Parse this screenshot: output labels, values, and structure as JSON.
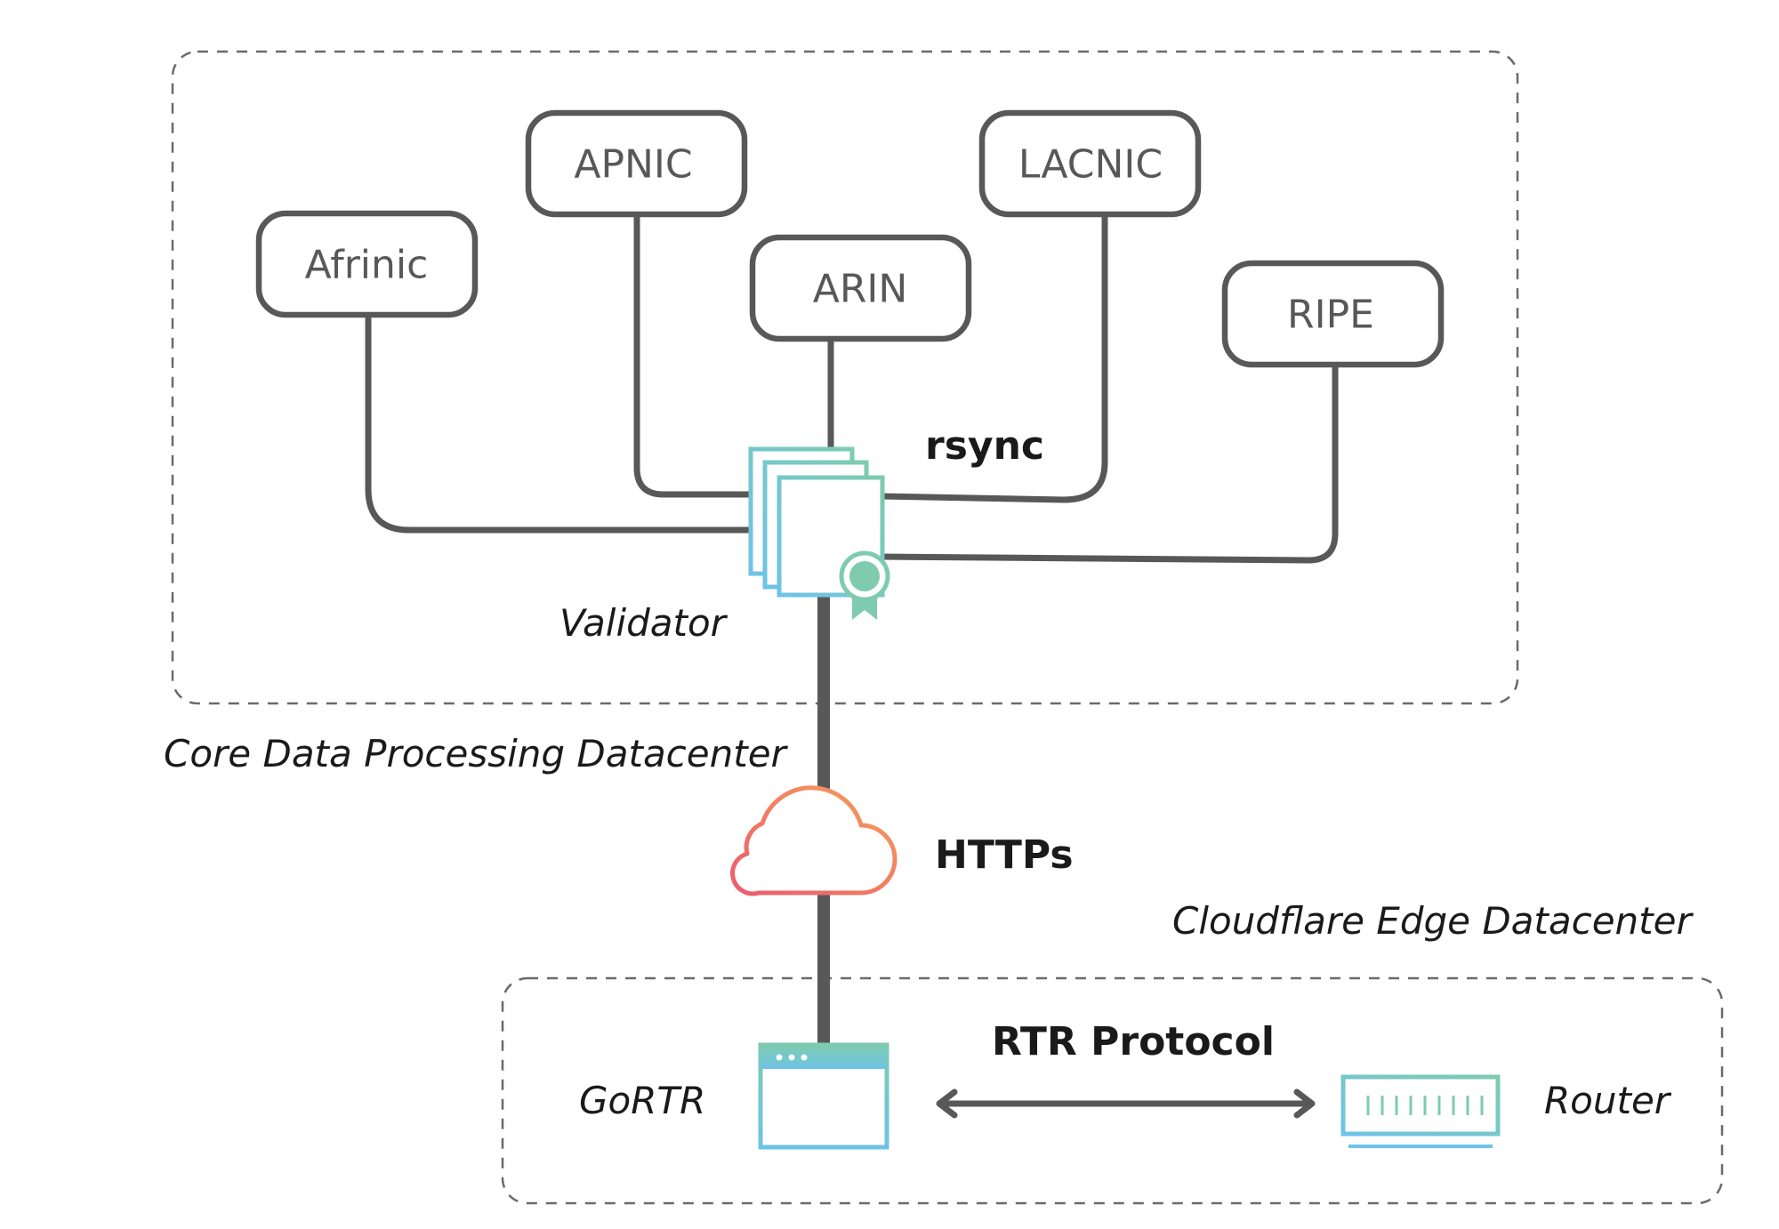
{
  "nodes": {
    "afrinic": "Afrinic",
    "apnic": "APNIC",
    "arin": "ARIN",
    "lacnic": "LACNIC",
    "ripe": "RIPE"
  },
  "labels": {
    "rsync": "rsync",
    "validator": "Validator",
    "core_datacenter": "Core Data Processing Datacenter",
    "https": "HTTPs",
    "edge_datacenter": "Cloudflare Edge Datacenter",
    "rtr_protocol": "RTR Protocol",
    "gortr": "GoRTR",
    "router": "Router"
  },
  "colors": {
    "line": "#585858",
    "gradient_teal": "#7ecbb0",
    "gradient_blue": "#6ec3e6",
    "cloud_orange": "#f5a05a",
    "cloud_red": "#ec5a6e"
  },
  "icons": {
    "validator": "certificate-stack-icon",
    "https": "cloud-icon",
    "gortr": "browser-window-icon",
    "router": "router-icon"
  }
}
